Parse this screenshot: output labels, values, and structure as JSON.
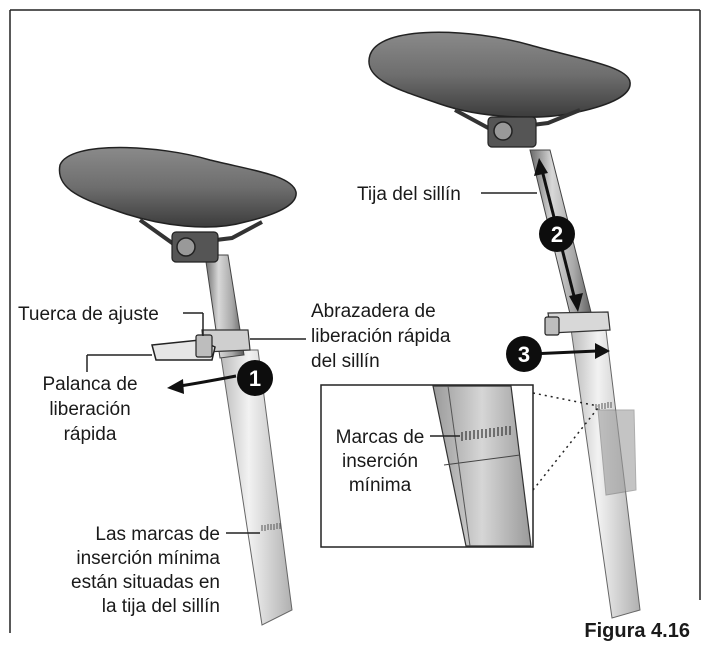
{
  "labels": {
    "tuerca": "Tuerca de ajuste",
    "abrazadera": [
      "Abrazadera de",
      "liberación rápida",
      "del sillín"
    ],
    "palanca": [
      "Palanca de",
      "liberación",
      "rápida"
    ],
    "marcas_bottom": [
      "Las marcas de",
      "inserción mínima",
      "están situadas en",
      "la tija del sillín"
    ],
    "tija": "Tija del sillín",
    "marcas_inset": [
      "Marcas de",
      "inserción",
      "mínima"
    ]
  },
  "steps": [
    "1",
    "2",
    "3"
  ],
  "figure_label": "Figura 4.16"
}
